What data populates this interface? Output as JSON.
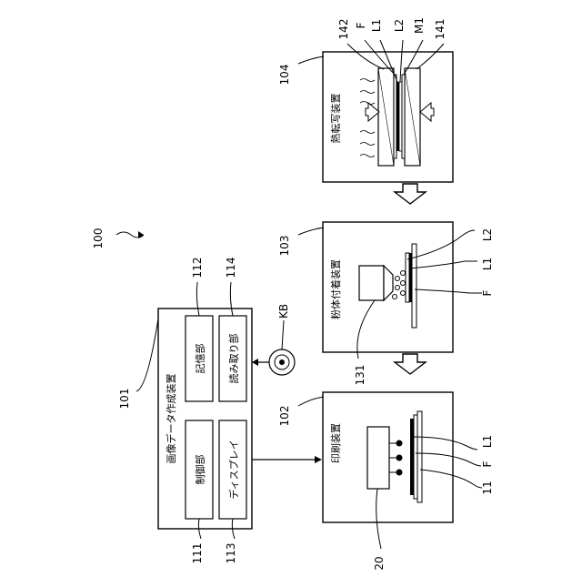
{
  "figure": {
    "system_ref": "100",
    "image_data_device": {
      "ref": "101",
      "title": "画像データ作成装置",
      "control_unit": {
        "ref": "111",
        "label": "制御部"
      },
      "storage_unit": {
        "ref": "112",
        "label": "記憶部"
      },
      "display": {
        "ref": "113",
        "label": "ディスプレイ"
      },
      "reader_unit": {
        "ref": "114",
        "label": "読み取り部"
      }
    },
    "media": {
      "ref": "KB"
    },
    "printing_device": {
      "ref": "102",
      "label": "印刷装置",
      "head_ref": "20",
      "callouts": [
        "L1",
        "F",
        "11"
      ]
    },
    "powder_device": {
      "ref": "103",
      "label": "粉体付着装置",
      "nozzle_ref": "131",
      "callouts": [
        "L2",
        "L1",
        "F"
      ]
    },
    "transfer_device": {
      "ref": "104",
      "label": "熱転写装置",
      "callouts": [
        "142",
        "F",
        "L1",
        "L2",
        "M1",
        "141"
      ]
    }
  }
}
